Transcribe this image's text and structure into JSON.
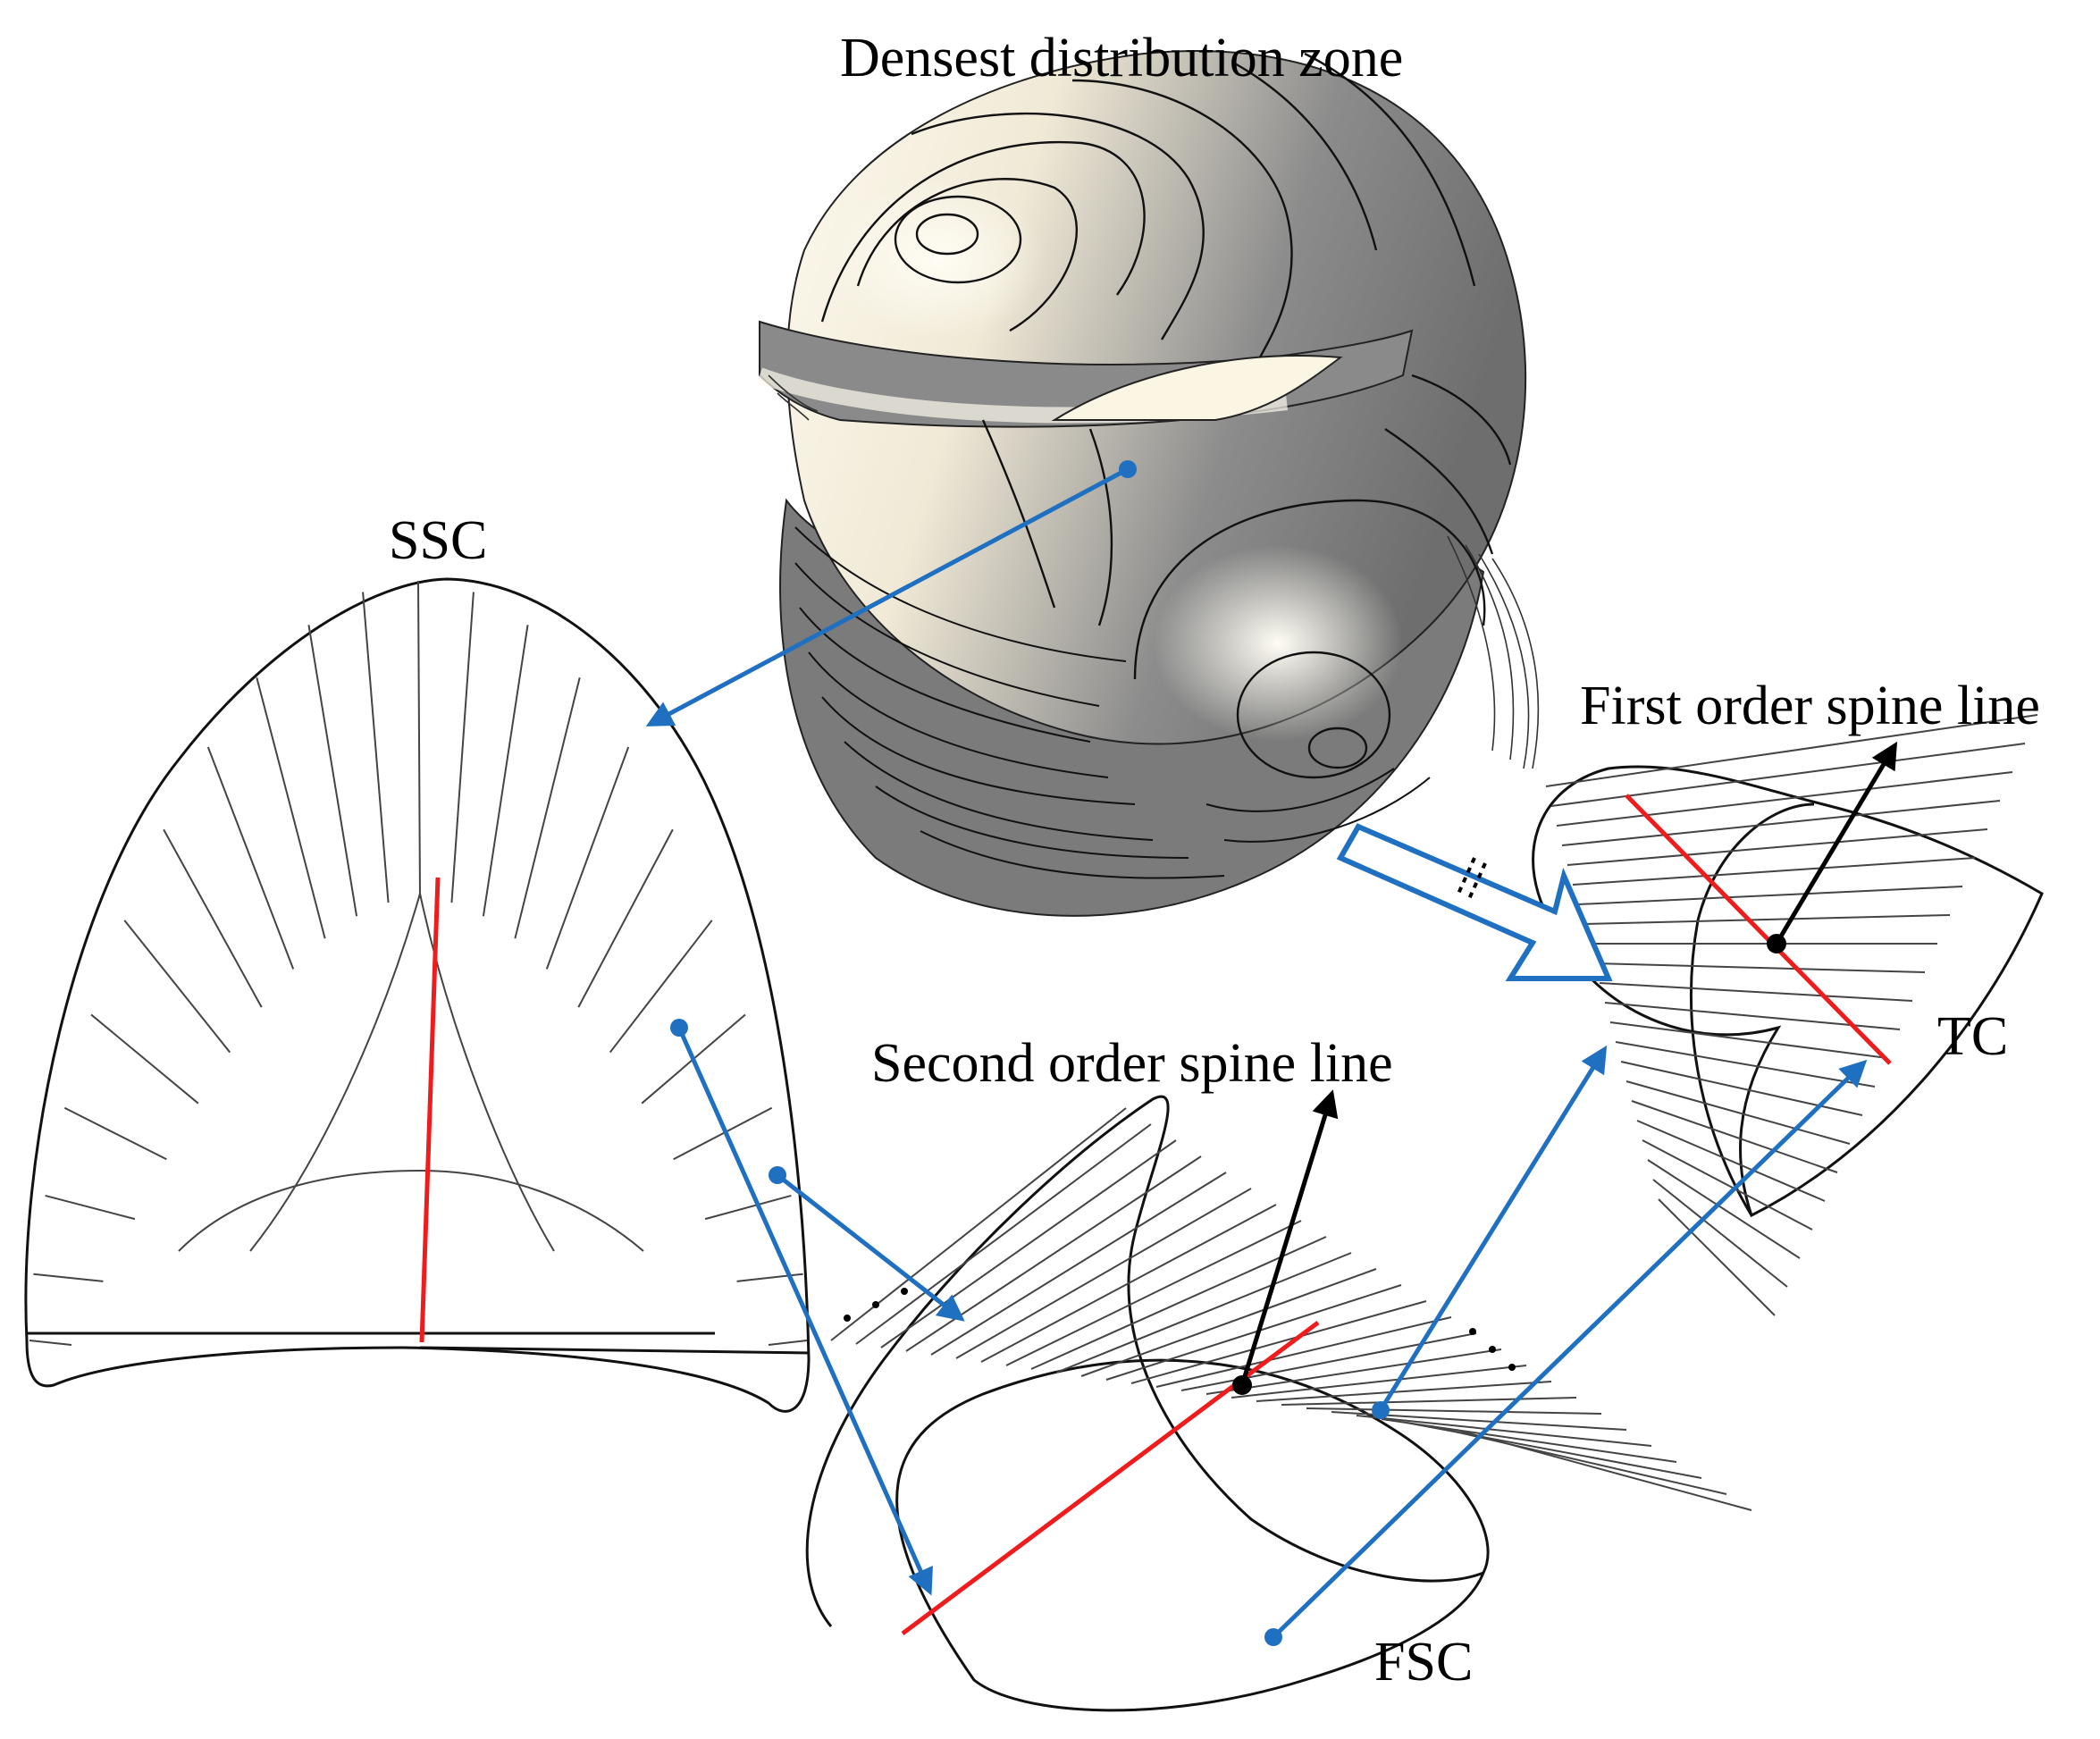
{
  "labels": {
    "densest_zone": "Densest distribution zone",
    "ssc": "SSC",
    "second_order_spine": "Second order spine line",
    "first_order_spine": "First order spine line",
    "tc": "TC",
    "fsc": "FSC"
  },
  "colors": {
    "connector": "#1f70c1",
    "spine": "#ee1c1c",
    "surface_dark": "#7d7d7d",
    "surface_light": "#fdfaee",
    "ink": "#000000"
  }
}
